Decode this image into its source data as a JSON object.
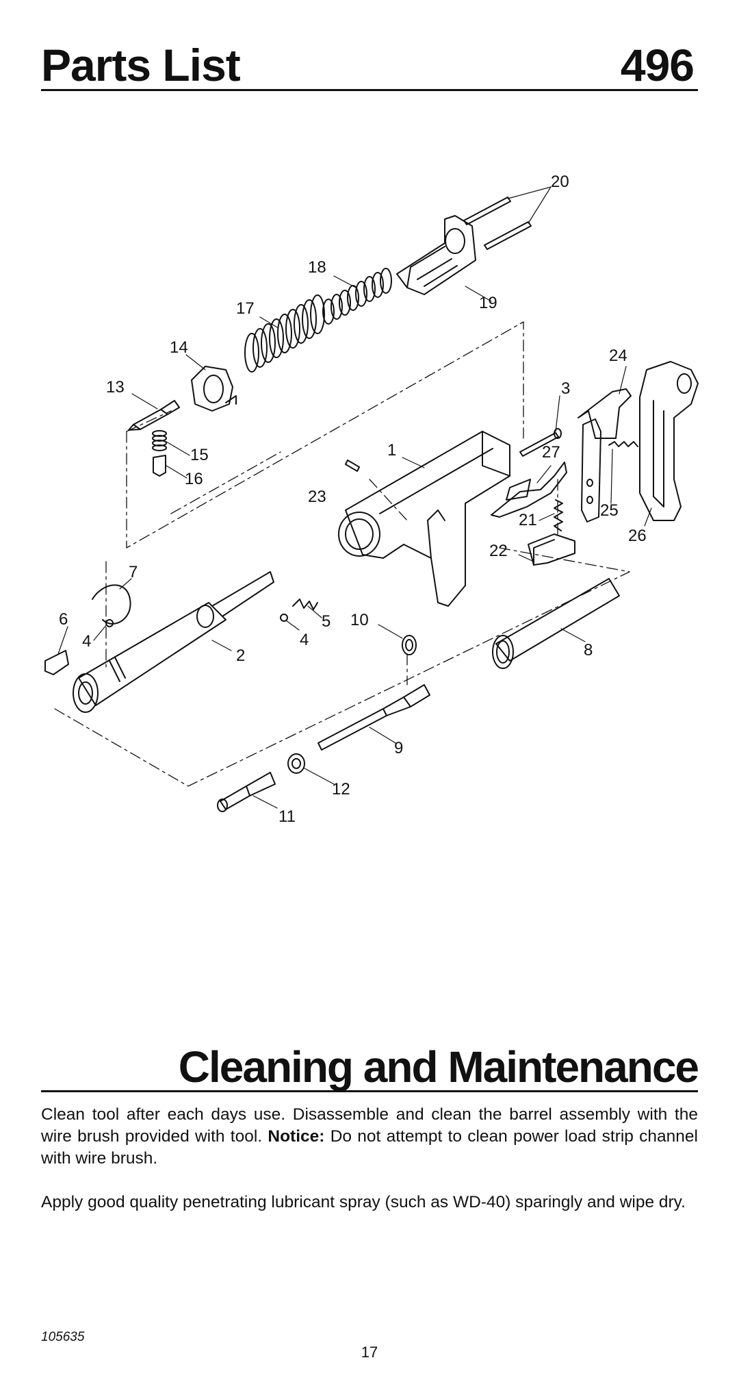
{
  "header": {
    "title": "Parts List",
    "model": "496"
  },
  "diagram": {
    "callouts": {
      "p1": "1",
      "p2": "2",
      "p3": "3",
      "p4a": "4",
      "p4b": "4",
      "p5": "5",
      "p6": "6",
      "p7": "7",
      "p8": "8",
      "p9": "9",
      "p10": "10",
      "p11": "11",
      "p12": "12",
      "p13": "13",
      "p14": "14",
      "p15": "15",
      "p16": "16",
      "p17": "17",
      "p18": "18",
      "p19": "19",
      "p20": "20",
      "p21": "21",
      "p22": "22",
      "p23": "23",
      "p24": "24",
      "p25": "25",
      "p26": "26",
      "p27": "27"
    }
  },
  "section": {
    "heading": "Cleaning and Maintenance",
    "para1_before": "Clean tool after each days use. Disassemble and clean the barrel assembly with the wire brush provided with tool.",
    "notice_label": "Notice:",
    "para1_after": "Do not attempt to clean power load strip channel with wire brush.",
    "para2": "Apply good quality penetrating lubricant spray (such as WD-40) sparingly and wipe dry."
  },
  "footer": {
    "doc_number": "105635",
    "page_number": "17"
  }
}
